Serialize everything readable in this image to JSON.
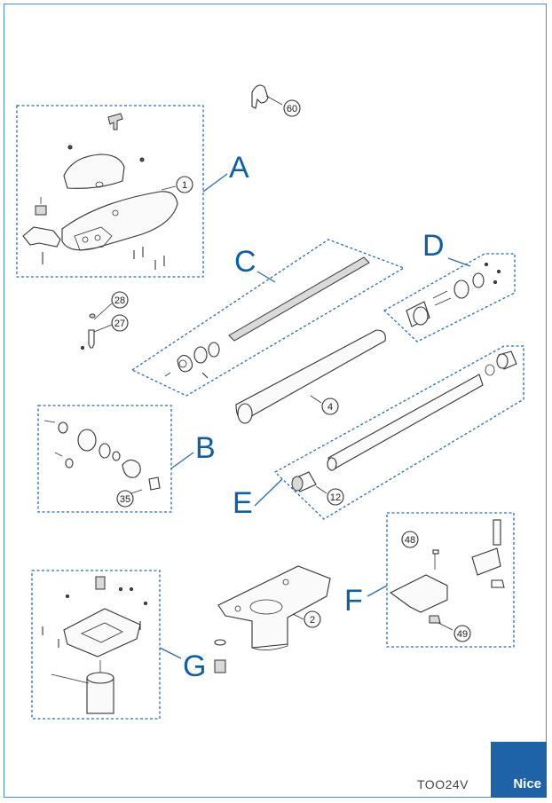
{
  "groups": {
    "a": "A",
    "b": "B",
    "c": "C",
    "d": "D",
    "e": "E",
    "f": "F",
    "g": "G"
  },
  "callouts": {
    "c60": "60",
    "c1": "1",
    "c28": "28",
    "c27": "27",
    "c4": "4",
    "c35": "35",
    "c12": "12",
    "c48": "48",
    "c2": "2",
    "c49": "49"
  },
  "footer": {
    "code": "TOO24V",
    "brand": "Nice"
  },
  "colors": {
    "accent": "#1e62a8",
    "frame": "#4f8fc7",
    "label": "#0f5fa6"
  }
}
